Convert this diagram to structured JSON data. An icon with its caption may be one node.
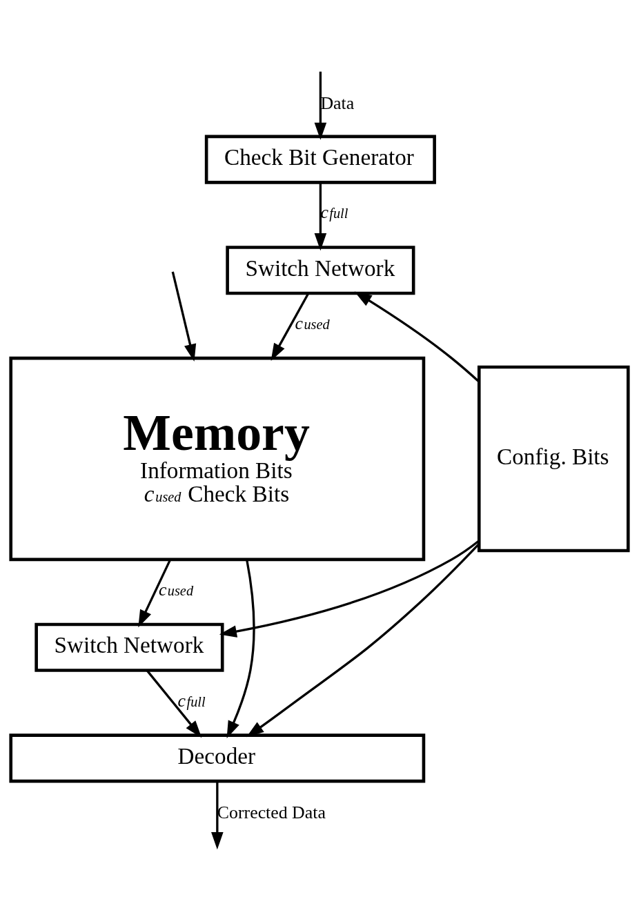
{
  "diagram": {
    "nodes": [
      {
        "text": [
          "Check Bit Generator"
        ]
      },
      {
        "text": [
          "Switch Network"
        ]
      },
      {
        "text": [
          "Memory",
          "Information Bits",
          "*c*$_{used}$ Check Bits"
        ]
      },
      {
        "text": [
          "Switch Network"
        ]
      },
      {
        "text": [
          "Decoder"
        ]
      },
      {
        "text": [
          "Config. Bits"
        ]
      }
    ],
    "edges": [
      {
        "from": null,
        "to": 0,
        "arrow": "to",
        "label": "Data"
      },
      {
        "from": null,
        "to": 2,
        "arrow": "to"
      },
      {
        "from": 0,
        "to": 1,
        "arrow": "to",
        "label": "*c*$_{full}$"
      },
      {
        "from": 1,
        "to": 2,
        "arrow": "to",
        "label": "*c*$_{used}$"
      },
      {
        "from": 2,
        "to": 3,
        "arrow": "to",
        "label": "*c*$_{used}$"
      },
      {
        "from": 3,
        "to": 4,
        "arrow": "to",
        "label": "*c*$_{full}$"
      },
      {
        "from": 2,
        "to": 4,
        "arrow": "to"
      },
      {
        "from": 5,
        "to": 1,
        "arrow": "to"
      },
      {
        "from": 5,
        "to": 3,
        "arrow": "to"
      },
      {
        "from": 5,
        "to": 4,
        "arrow": "to"
      },
      {
        "from": 4,
        "to": null,
        "arrow": "to",
        "label": "Corrected Data"
      }
    ]
  }
}
